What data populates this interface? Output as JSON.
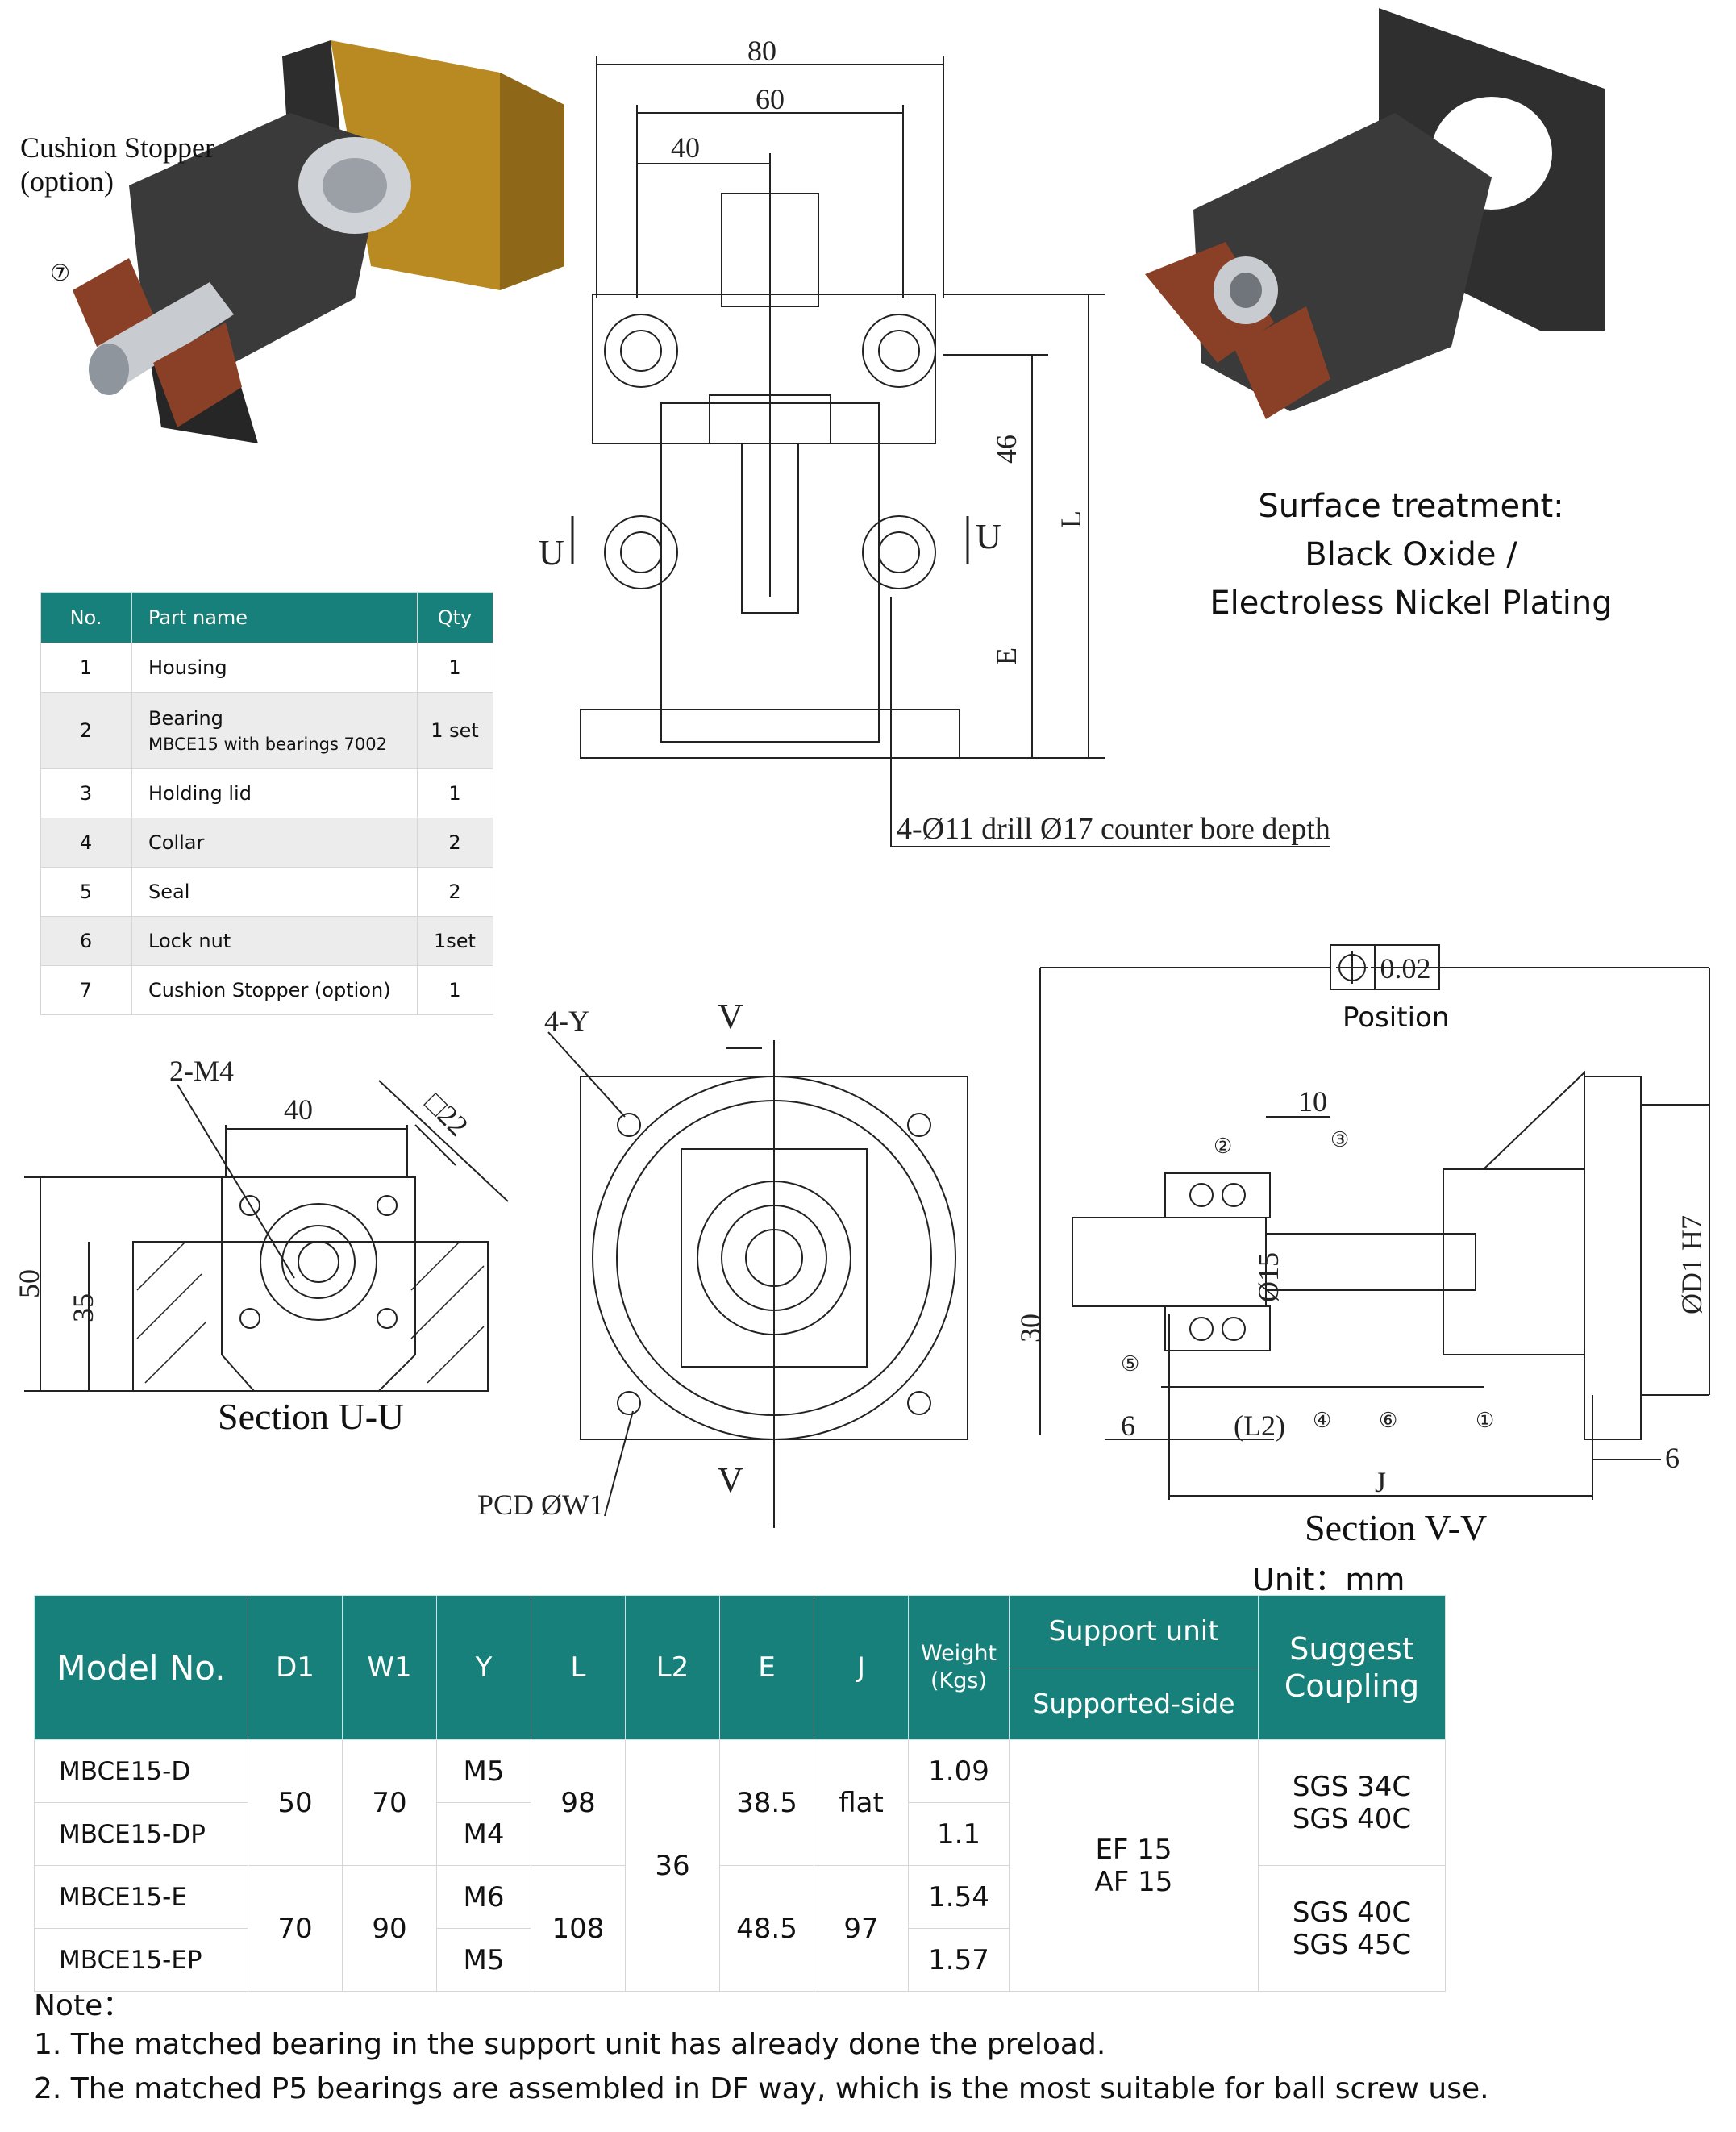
{
  "annotations": {
    "cushion_stopper": [
      "Cushion Stopper",
      "(option)"
    ],
    "surface_treatment": [
      "Surface treatment:",
      "Black Oxide /",
      "Electroless Nickel Plating"
    ],
    "circle_7": "⑦",
    "dim_80": "80",
    "dim_60": "60",
    "dim_40_top": "40",
    "dim_46": "46",
    "dim_L": "L",
    "dim_E": "E",
    "section_mark_U": "U",
    "drill_note": "4-Ø11 drill Ø17 counter bore depth",
    "m4_label": "2-M4",
    "dim_40_section": "40",
    "dim_square_22": "□22",
    "dim_50": "50",
    "dim_35": "35",
    "section_uu_title": "Section U-U",
    "y_label": "4-Y",
    "section_mark_V": "V",
    "pcd_label": "PCD ØW1",
    "tolerance_value": "0.02",
    "tolerance_caption": "Position",
    "dim_10": "10",
    "dim_15": "Ø15",
    "dim_30": "30",
    "dim_6_left": "6",
    "dim_L2": "(L2)",
    "dim_J": "J",
    "dim_6_right": "6",
    "dim_D1": "ØD1 H7",
    "circles_vv": [
      "②",
      "③",
      "⑤",
      "④",
      "⑥",
      "①"
    ],
    "section_vv_title": "Section V-V",
    "unit": "Unit：mm"
  },
  "parts_table": {
    "headers": [
      "No.",
      "Part name",
      "Qty"
    ],
    "rows": [
      {
        "no": "1",
        "name": "Housing",
        "sub": "",
        "qty": "1"
      },
      {
        "no": "2",
        "name": "Bearing",
        "sub": "MBCE15 with bearings 7002",
        "qty": "1 set"
      },
      {
        "no": "3",
        "name": "Holding lid",
        "sub": "",
        "qty": "1"
      },
      {
        "no": "4",
        "name": "Collar",
        "sub": "",
        "qty": "2"
      },
      {
        "no": "5",
        "name": "Seal",
        "sub": "",
        "qty": "2"
      },
      {
        "no": "6",
        "name": "Lock nut",
        "sub": "",
        "qty": "1set"
      },
      {
        "no": "7",
        "name": "Cushion Stopper (option)",
        "sub": "",
        "qty": "1"
      }
    ]
  },
  "spec_table": {
    "headers": {
      "model": "Model No.",
      "d1": "D1",
      "w1": "W1",
      "y": "Y",
      "l": "L",
      "l2": "L2",
      "e": "E",
      "j": "J",
      "weight": "Weight",
      "weight_unit": "(Kgs)",
      "support_unit": "Support unit",
      "supported_side": "Supported-side",
      "suggest_coupling": "Suggest Coupling"
    },
    "models": [
      "MBCE15-D",
      "MBCE15-DP",
      "MBCE15-E",
      "MBCE15-EP"
    ],
    "d1": [
      "50",
      "70"
    ],
    "w1": [
      "70",
      "90"
    ],
    "y": [
      "M5",
      "M4",
      "M6",
      "M5"
    ],
    "l": [
      "98",
      "108"
    ],
    "l2": "36",
    "e": [
      "38.5",
      "48.5"
    ],
    "j": [
      "flat",
      "97"
    ],
    "weight": [
      "1.09",
      "1.1",
      "1.54",
      "1.57"
    ],
    "supported_side": [
      "EF 15",
      "AF 15"
    ],
    "coupling": [
      [
        "SGS 34C",
        "SGS 40C"
      ],
      [
        "SGS 40C",
        "SGS 45C"
      ]
    ]
  },
  "notes": {
    "title": "Note：",
    "items": [
      "1. The matched bearing in the support unit has already done the preload.",
      "2. The matched P5 bearings are assembled in DF way, which is the most suitable for ball screw use."
    ]
  },
  "colors": {
    "teal": "#17807a",
    "gold": "#b98a22",
    "copper": "#8a4026",
    "dark_metal": "#3a3a3a"
  }
}
